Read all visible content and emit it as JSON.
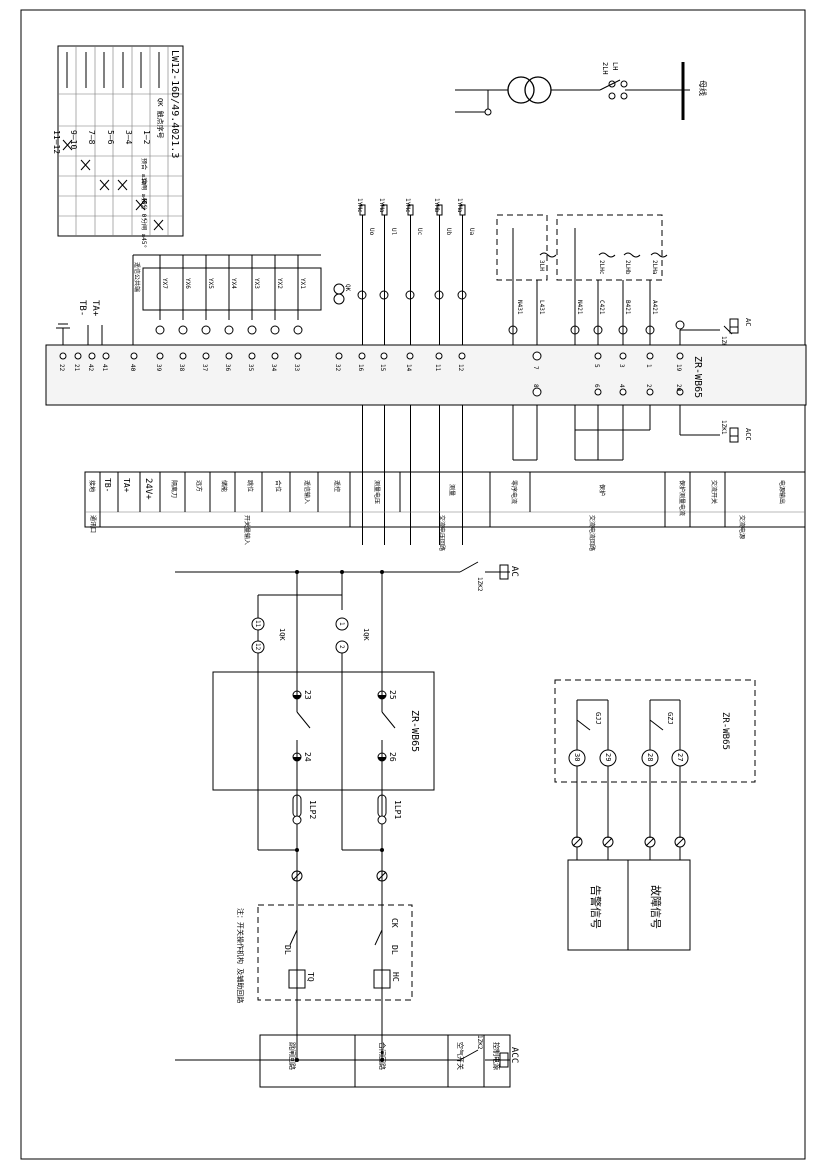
{
  "switch_table": {
    "model": "LW12-16D/49.4021.3",
    "qk_label": "QK 触点序号",
    "header_pos": "触点",
    "positions": [
      "预合 ≤30°",
      "合闸 ≥45°",
      "预分 0°",
      "分闸 ≥45°",
      "跳后 ≤60°"
    ],
    "contacts": [
      "1—2",
      "3—4",
      "5—6",
      "7—8",
      "9—10",
      "11—12"
    ]
  },
  "upper": {
    "transformer_tags": [
      "LH",
      "2LH"
    ],
    "bus_label": "母线",
    "meter_heads": [
      "1YMc",
      "1YMa",
      "1YMc",
      "1YMb",
      "1YMa"
    ],
    "meter_tags": [
      "Uo",
      "Ul",
      "Uc",
      "Ub",
      "Ua"
    ],
    "pt_labels": [
      "3LH",
      "2LHc",
      "2LHb",
      "2LHa"
    ],
    "yx_labels": [
      "YX7",
      "YX6",
      "YX5",
      "YX4",
      "YX3",
      "YX2",
      "YX1"
    ],
    "yx_common": "遥信公共端",
    "qk_terms": "QK",
    "ac_label": "AC",
    "ac_switch": "1ZK1",
    "acc_label": "ACC",
    "acc_switch": "1ZK1",
    "ta_plus": "TA+",
    "tb_minus": "TB-",
    "wire_labels": [
      "N431",
      "L431",
      "N421",
      "C421",
      "B421",
      "A421"
    ],
    "module": "ZR-WB65",
    "top_pins": [
      "22",
      "21",
      "42",
      "41",
      "40",
      "39",
      "38",
      "37",
      "36",
      "35",
      "34",
      "33",
      "32",
      "16",
      "15",
      "14",
      "11",
      "12",
      "7",
      "5",
      "3",
      "1",
      "19"
    ],
    "bottom_pins": [
      "8",
      "6",
      "4",
      "2",
      "20"
    ]
  },
  "legend_row": {
    "cells": [
      "电源输出",
      "交流开关",
      "保护测量电流",
      "保护",
      "零序电流",
      "测量",
      "测量电压",
      "遥控",
      "遥信输入",
      "合位",
      "跳位",
      "储能",
      "远方",
      "隔离刀",
      "24V+",
      "TA+",
      "TB-",
      "接地"
    ],
    "group_labels": [
      "交流电源",
      "交流电流回路",
      "交流电压回路",
      "开关量输入",
      "通讯口"
    ]
  },
  "lower": {
    "ac_label": "AC",
    "ac_switch": "1ZK2",
    "acc_label": "ACC",
    "acc_switch": "1ZK2",
    "qk_term_circles": [
      "11",
      "12",
      "1",
      "2"
    ],
    "qk_label": "1QK",
    "module": "ZR-WB65",
    "pins": [
      "23",
      "24",
      "25",
      "26"
    ],
    "lp": [
      "1LP2",
      "1LP1"
    ],
    "coil_labels": [
      "TQ",
      "HC"
    ],
    "dl_labels": [
      "DL",
      "DL"
    ],
    "ck_label": "CK",
    "note": "注：开关操作机构 及辅助回路",
    "bottom_cells": [
      "跳闸回路",
      "合闸回路",
      "空气开关",
      "控制电源"
    ],
    "alarm_module": "ZR-WB65",
    "alarm_pins": [
      "30",
      "29",
      "28",
      "27"
    ],
    "alarm_relays": [
      "GJJ",
      "GZJ"
    ],
    "alarm_cells": [
      "告警信号",
      "故障信号"
    ]
  }
}
